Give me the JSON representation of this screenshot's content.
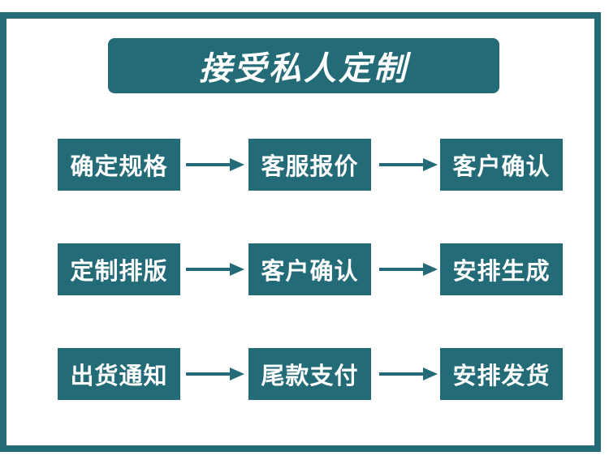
{
  "title": "接受私人定制",
  "colors": {
    "primary": "#246b78",
    "text": "#ffffff",
    "background": "#ffffff"
  },
  "rows": [
    {
      "steps": [
        "确定规格",
        "客服报价",
        "客户确认"
      ]
    },
    {
      "steps": [
        "定制排版",
        "客户确认",
        "安排生成"
      ]
    },
    {
      "steps": [
        "出货通知",
        "尾款支付",
        "安排发货"
      ]
    }
  ]
}
